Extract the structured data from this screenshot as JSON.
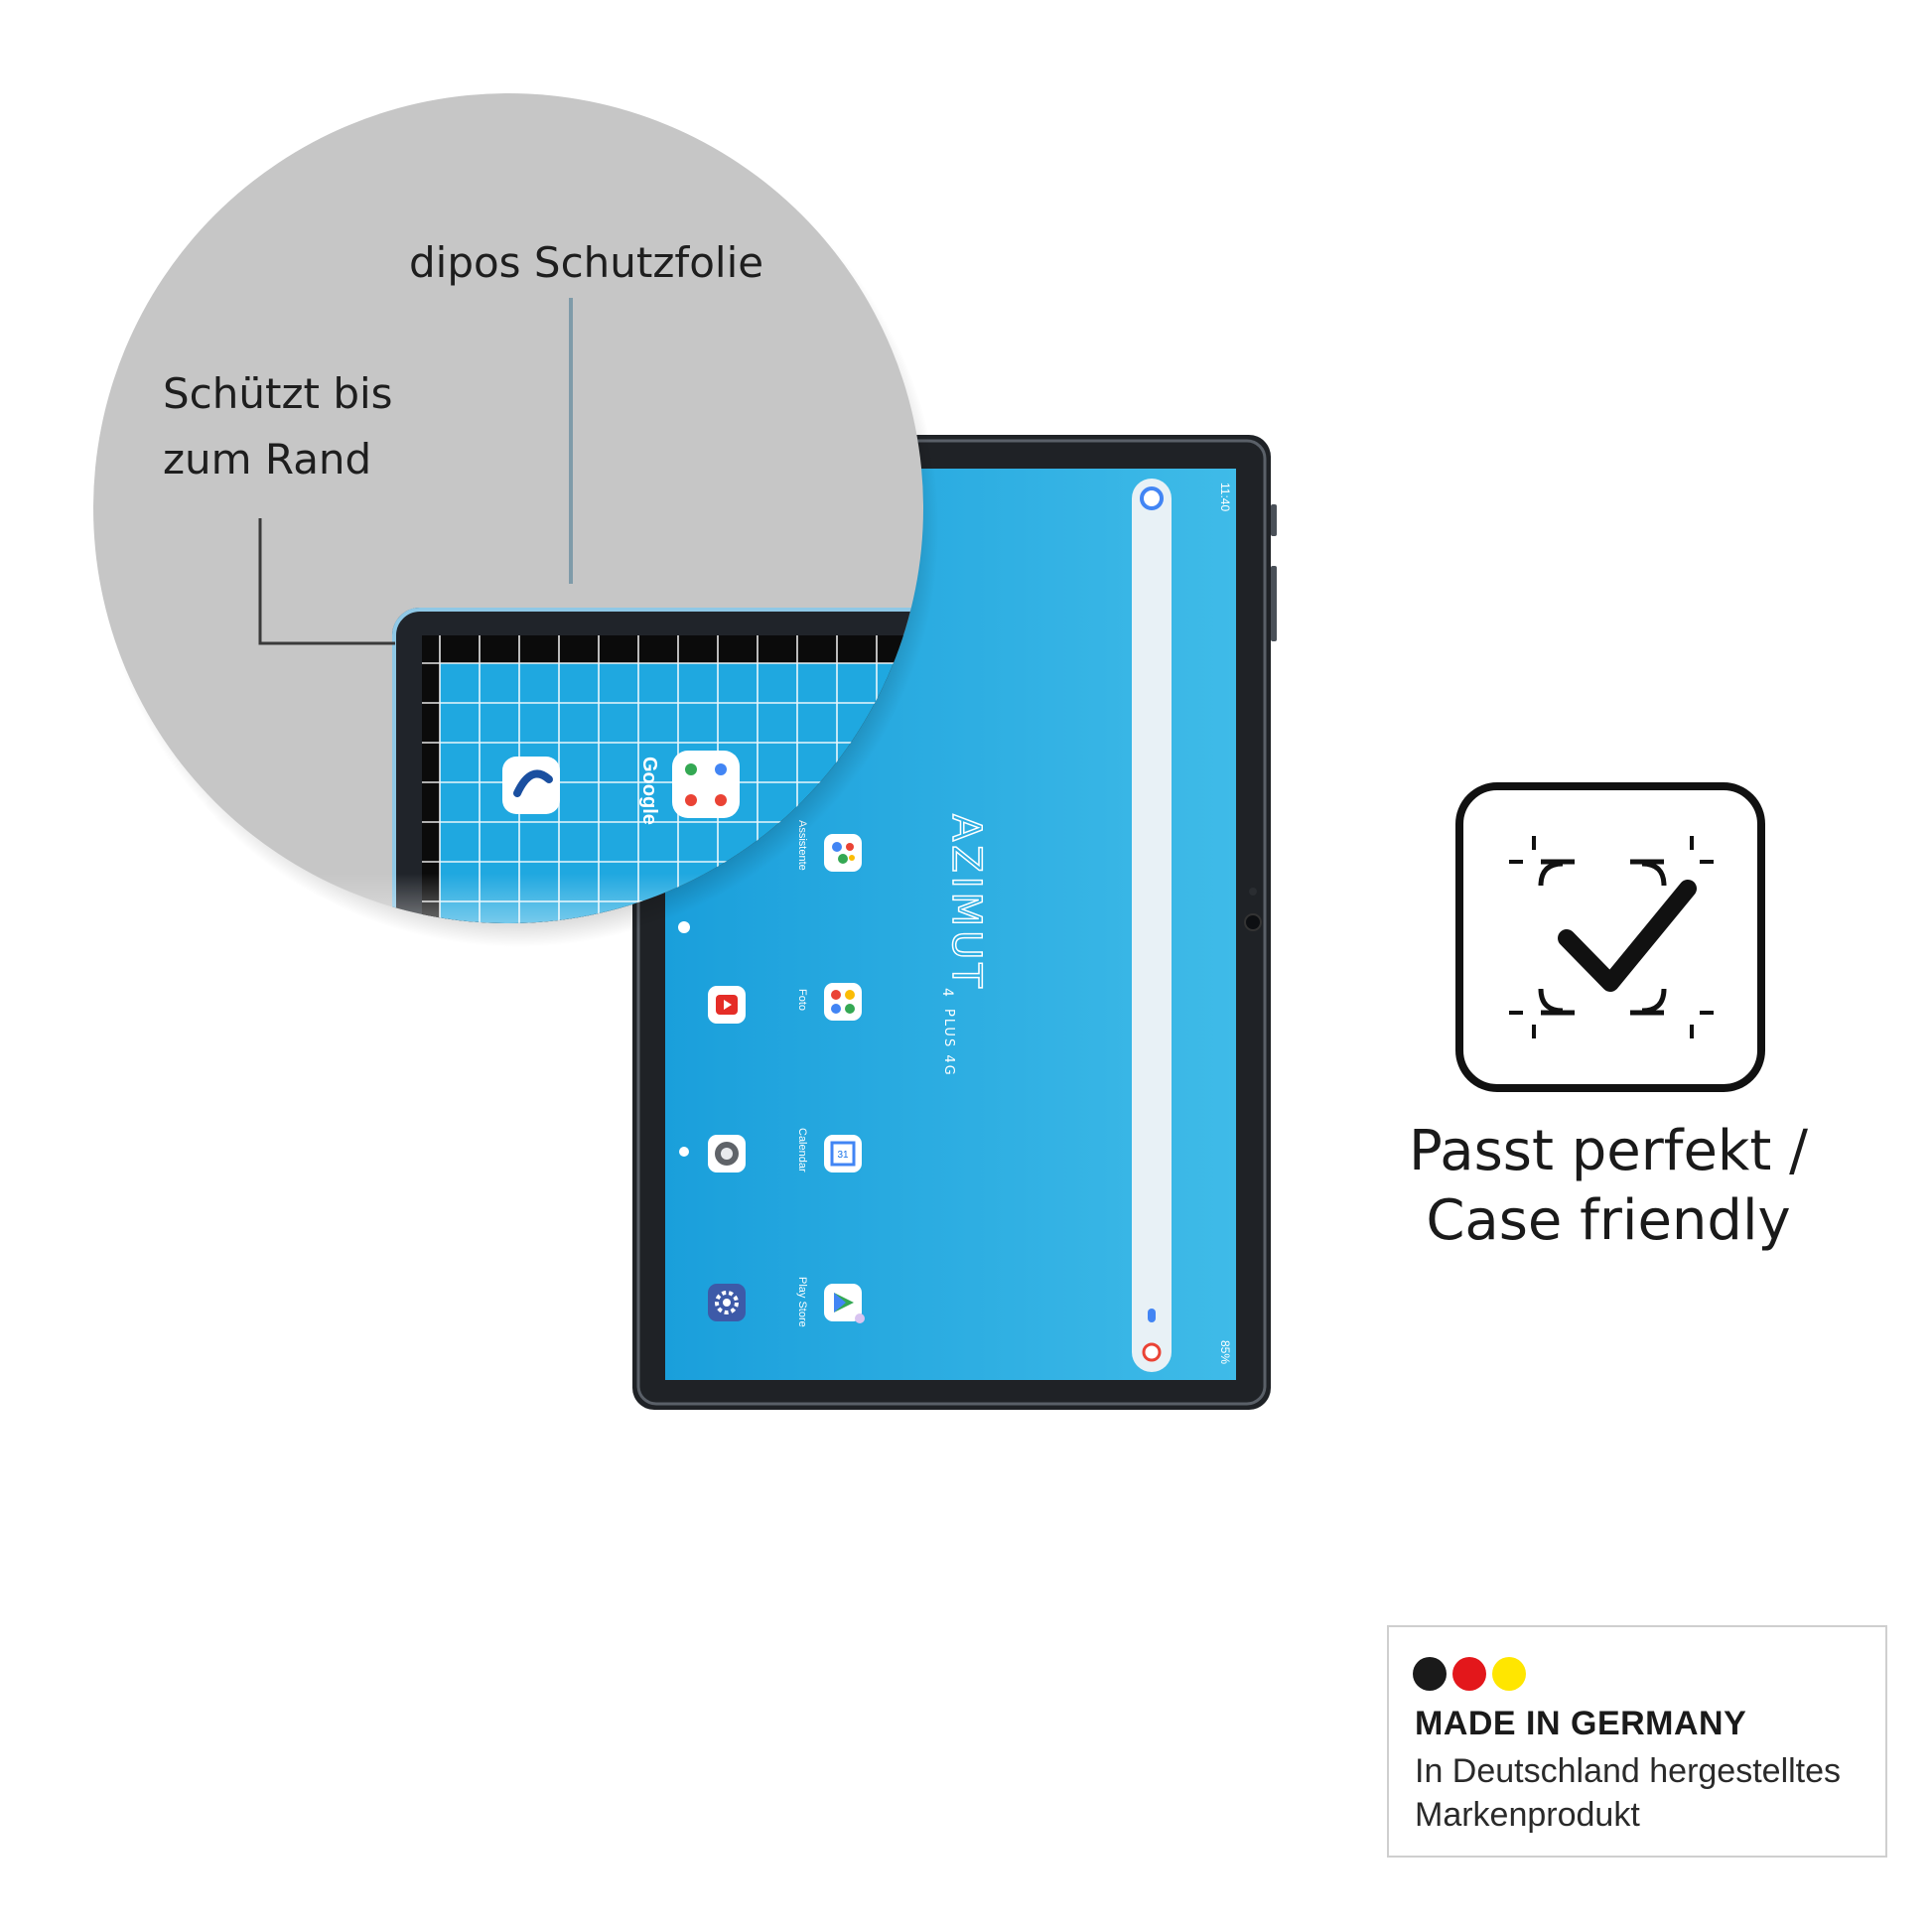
{
  "callouts": {
    "film_label": "dipos Schutzfolie",
    "edge_label_line1": "Schützt bis",
    "edge_label_line2": "zum Rand"
  },
  "tablet": {
    "brand_logo": "AZIMUT",
    "model_line1": "4",
    "model_line2": "PLUS 4G",
    "status_time": "11:40",
    "status_battery": "85%",
    "apps": [
      {
        "label": "Google",
        "icon": "google-folder-icon"
      },
      {
        "label": "Assistente",
        "icon": "assistant-icon"
      },
      {
        "label": "Foto",
        "icon": "photos-icon"
      },
      {
        "label": "Calendar",
        "icon": "calendar-icon"
      },
      {
        "label": "Play Store",
        "icon": "play-store-icon"
      }
    ],
    "calendar_day": "31",
    "dock_icons": [
      "phone-icon",
      "youtube-icon",
      "camera-icon",
      "settings-icon"
    ],
    "screen_color": "#27aee1"
  },
  "badge": {
    "icon": "fit-check-icon",
    "caption_line1": "Passt perfekt /",
    "caption_line2": "Case friendly"
  },
  "made_in_germany": {
    "title": "MADE IN GERMANY",
    "line1": "In Deutschland hergestelltes",
    "line2": "Markenprodukt",
    "flag_colors": [
      "#1a1a1a",
      "#e3171b",
      "#ffe600"
    ]
  }
}
